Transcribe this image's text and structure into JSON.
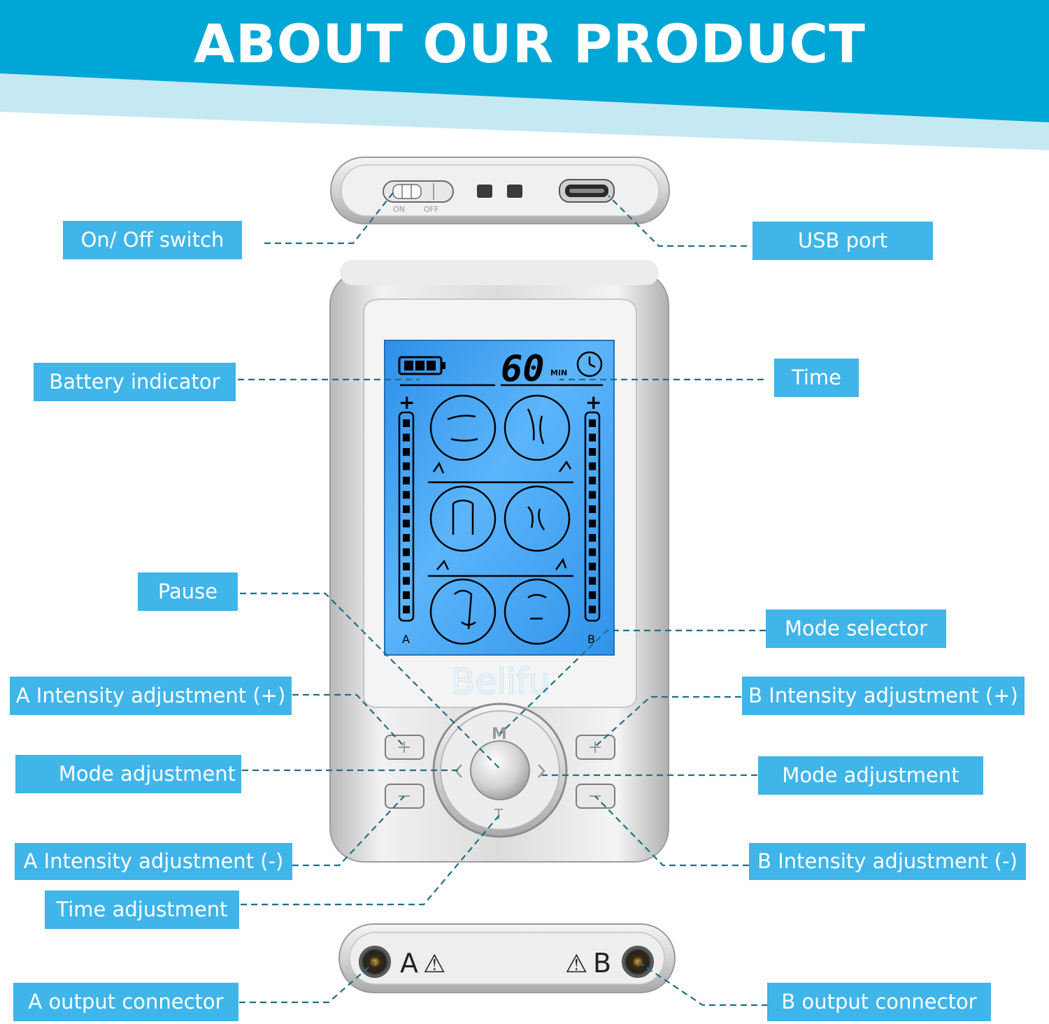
{
  "header": {
    "title": "ABOUT OUR PRODUCT",
    "color": "#00a6d6",
    "band_light": "#c5e9f3"
  },
  "device": {
    "brand": "Belifu",
    "time_value": "60",
    "time_unit": "MIN",
    "channel_a": "A",
    "channel_b": "B",
    "plus_sign": "+",
    "button_mode": "M",
    "button_time": "T",
    "output_a": "A",
    "output_b": "B",
    "switch_on": "ON",
    "switch_off": "OFF",
    "warning_glyph": "⚠",
    "lcd_color": "#3a9ef2",
    "body_color": "#d8d8d8"
  },
  "labels": {
    "on_off": "On/ Off switch",
    "usb": "USB port",
    "battery": "Battery indicator",
    "time": "Time",
    "pause": "Pause",
    "mode_selector": "Mode selector",
    "a_plus": "A Intensity adjustment (+)",
    "b_plus": "B Intensity adjustment (+)",
    "mode_adj_left": "Mode adjustment",
    "mode_adj_right": "Mode adjustment",
    "a_minus": "A Intensity adjustment (-)",
    "b_minus": "B Intensity adjustment (-)",
    "time_adj": "Time adjustment",
    "a_output": "A output connector",
    "b_output": "B output connector"
  },
  "accent": "#3fb5ea"
}
